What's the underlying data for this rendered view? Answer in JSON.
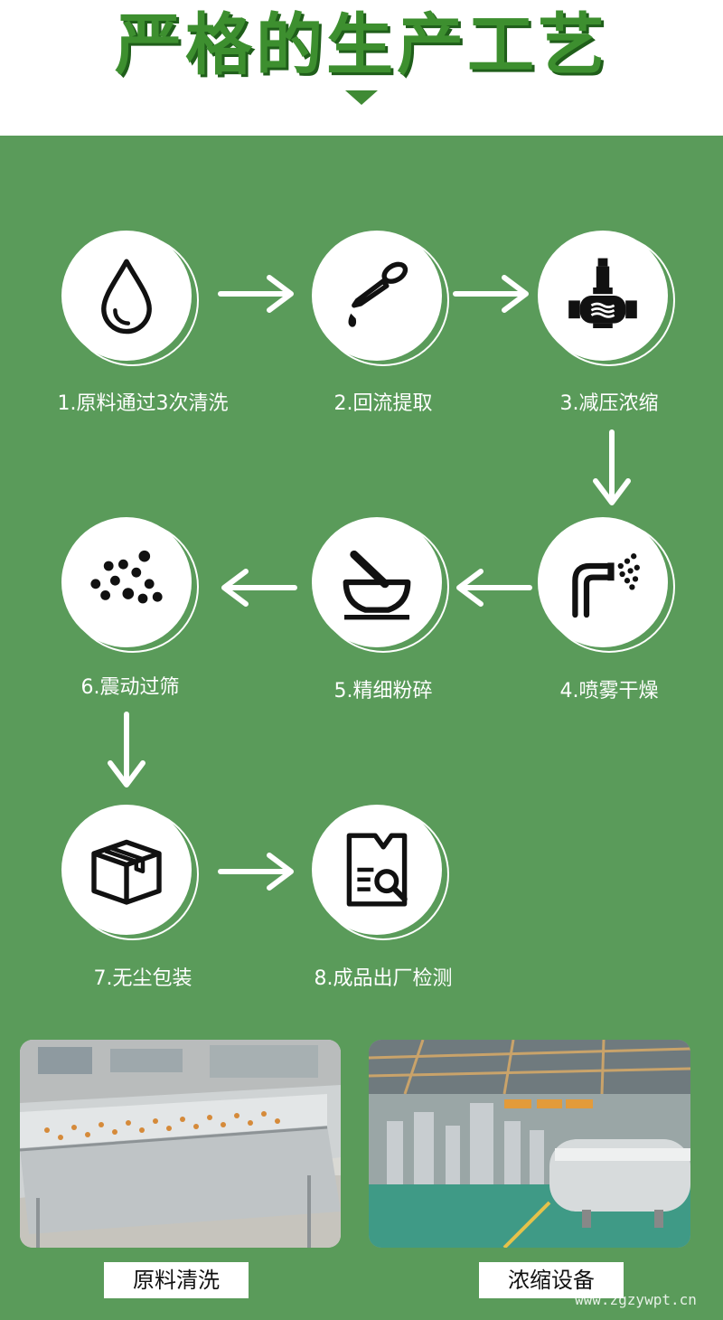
{
  "title": "严格的生产工艺",
  "steps": [
    {
      "label": "1.原料通过3次清洗",
      "icon": "water-drop-icon"
    },
    {
      "label": "2.回流提取",
      "icon": "dropper-icon"
    },
    {
      "label": "3.减压浓缩",
      "icon": "valve-icon"
    },
    {
      "label": "4.喷雾干燥",
      "icon": "spray-nozzle-icon"
    },
    {
      "label": "5.精细粉碎",
      "icon": "mortar-pestle-icon"
    },
    {
      "label": "6.震动过筛",
      "icon": "particles-icon"
    },
    {
      "label": "7.无尘包装",
      "icon": "package-box-icon"
    },
    {
      "label": "8.成品出厂检测",
      "icon": "inspection-report-icon"
    }
  ],
  "photos": [
    {
      "label": "原料清洗"
    },
    {
      "label": "浓缩设备"
    }
  ],
  "watermark": "www.zgzywpt.cn",
  "colors": {
    "green_bg": "#5a9b5a",
    "title_green": "#3d8f2f",
    "white": "#ffffff"
  }
}
